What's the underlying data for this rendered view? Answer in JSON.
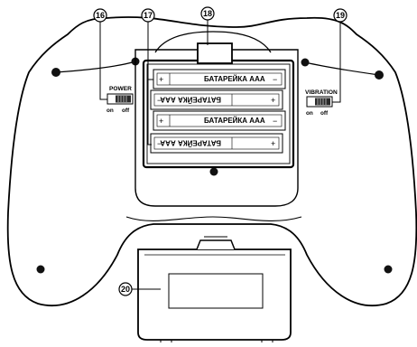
{
  "callouts": {
    "c16": "16",
    "c17": "17",
    "c18": "18",
    "c19": "19",
    "c20": "20"
  },
  "power_switch": {
    "title": "POWER",
    "on": "on",
    "off": "off"
  },
  "vibration_switch": {
    "title": "VIBRATION",
    "on": "on",
    "off": "off"
  },
  "batteries": [
    {
      "label": "БАТАРЕЙКА ААА",
      "left_sign": "+",
      "right_sign": "−"
    },
    {
      "label": "БАТАРЕЙКА ААА",
      "left_sign": "−",
      "right_sign": "+"
    },
    {
      "label": "БАТАРЕЙКА ААА",
      "left_sign": "+",
      "right_sign": "−"
    },
    {
      "label": "БАТАРЕЙКА ААА",
      "left_sign": "−",
      "right_sign": "+"
    }
  ],
  "colors": {
    "line": "#000000",
    "background": "#ffffff",
    "switch_fill": "#2a2a2a"
  }
}
